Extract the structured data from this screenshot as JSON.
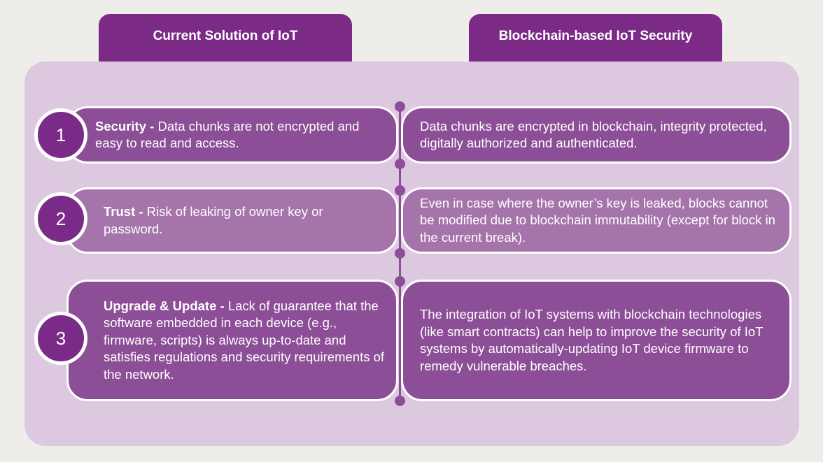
{
  "headers": {
    "left": "Current Solution of IoT",
    "right": "Blockchain-based IoT Security"
  },
  "rows": [
    {
      "number": "1",
      "title": "Security -",
      "left": " Data chunks are not encrypted and easy to read and access.",
      "right": "Data chunks are encrypted in blockchain, integrity protected, digitally authorized and authenticated."
    },
    {
      "number": "2",
      "title": "Trust -",
      "left": " Risk of leaking of owner key or password.",
      "right": "Even in case where the owner’s key is leaked, blocks cannot be modified due to blockchain immutability (except for block in the current break)."
    },
    {
      "number": "3",
      "title": "Upgrade & Update -",
      "left": " Lack of guarantee that the software embedded in each device (e.g., firmware, scripts) is always up-to-date and satisfies regulations and security requirements of the network.",
      "right": "The integration of IoT systems with blockchain technologies (like smart contracts) can help to improve the security of IoT systems by automatically-updating IoT device firmware to remedy vulnerable breaches."
    }
  ]
}
